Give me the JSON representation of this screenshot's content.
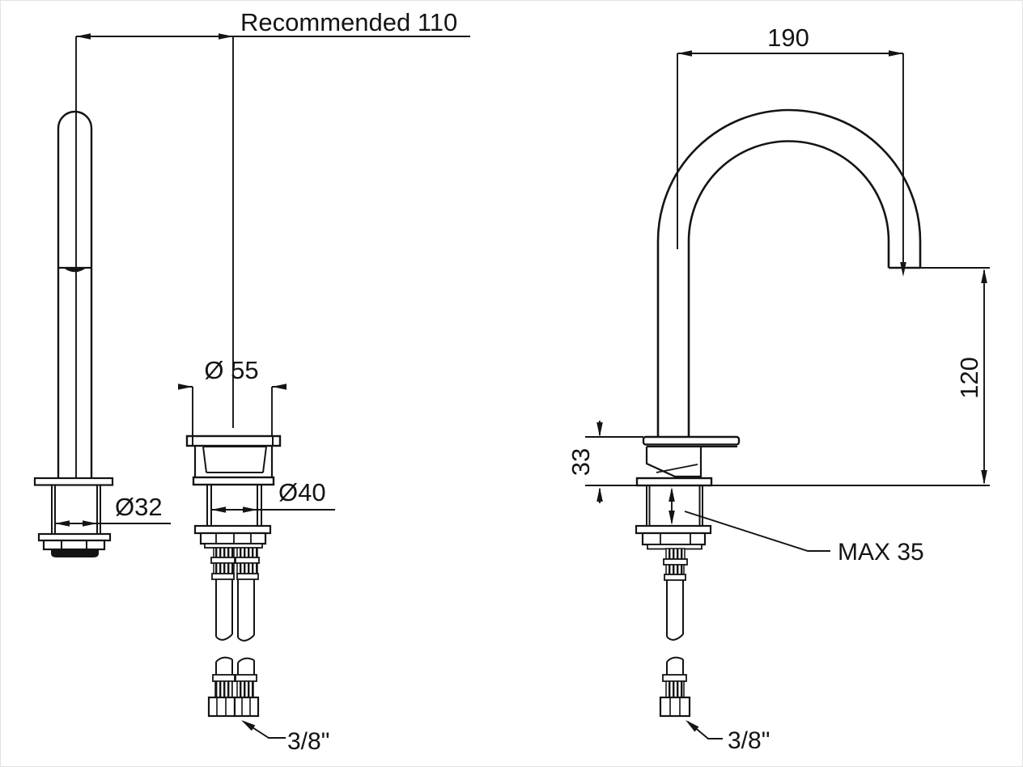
{
  "colors": {
    "background": "#ffffff",
    "line": "#141414"
  },
  "labels": {
    "recommended_distance": "Recommended 110",
    "handle_shank_diameter": "Ø32",
    "valve_cap_diameter": "Ø 55",
    "valve_shank_diameter": "Ø40",
    "spout_reach": "190",
    "spout_outlet_height": "120",
    "base_height": "33",
    "max_deck_thickness": "MAX 35",
    "valve_hose_size": "3/8\"",
    "spout_hose_size": "3/8\""
  }
}
